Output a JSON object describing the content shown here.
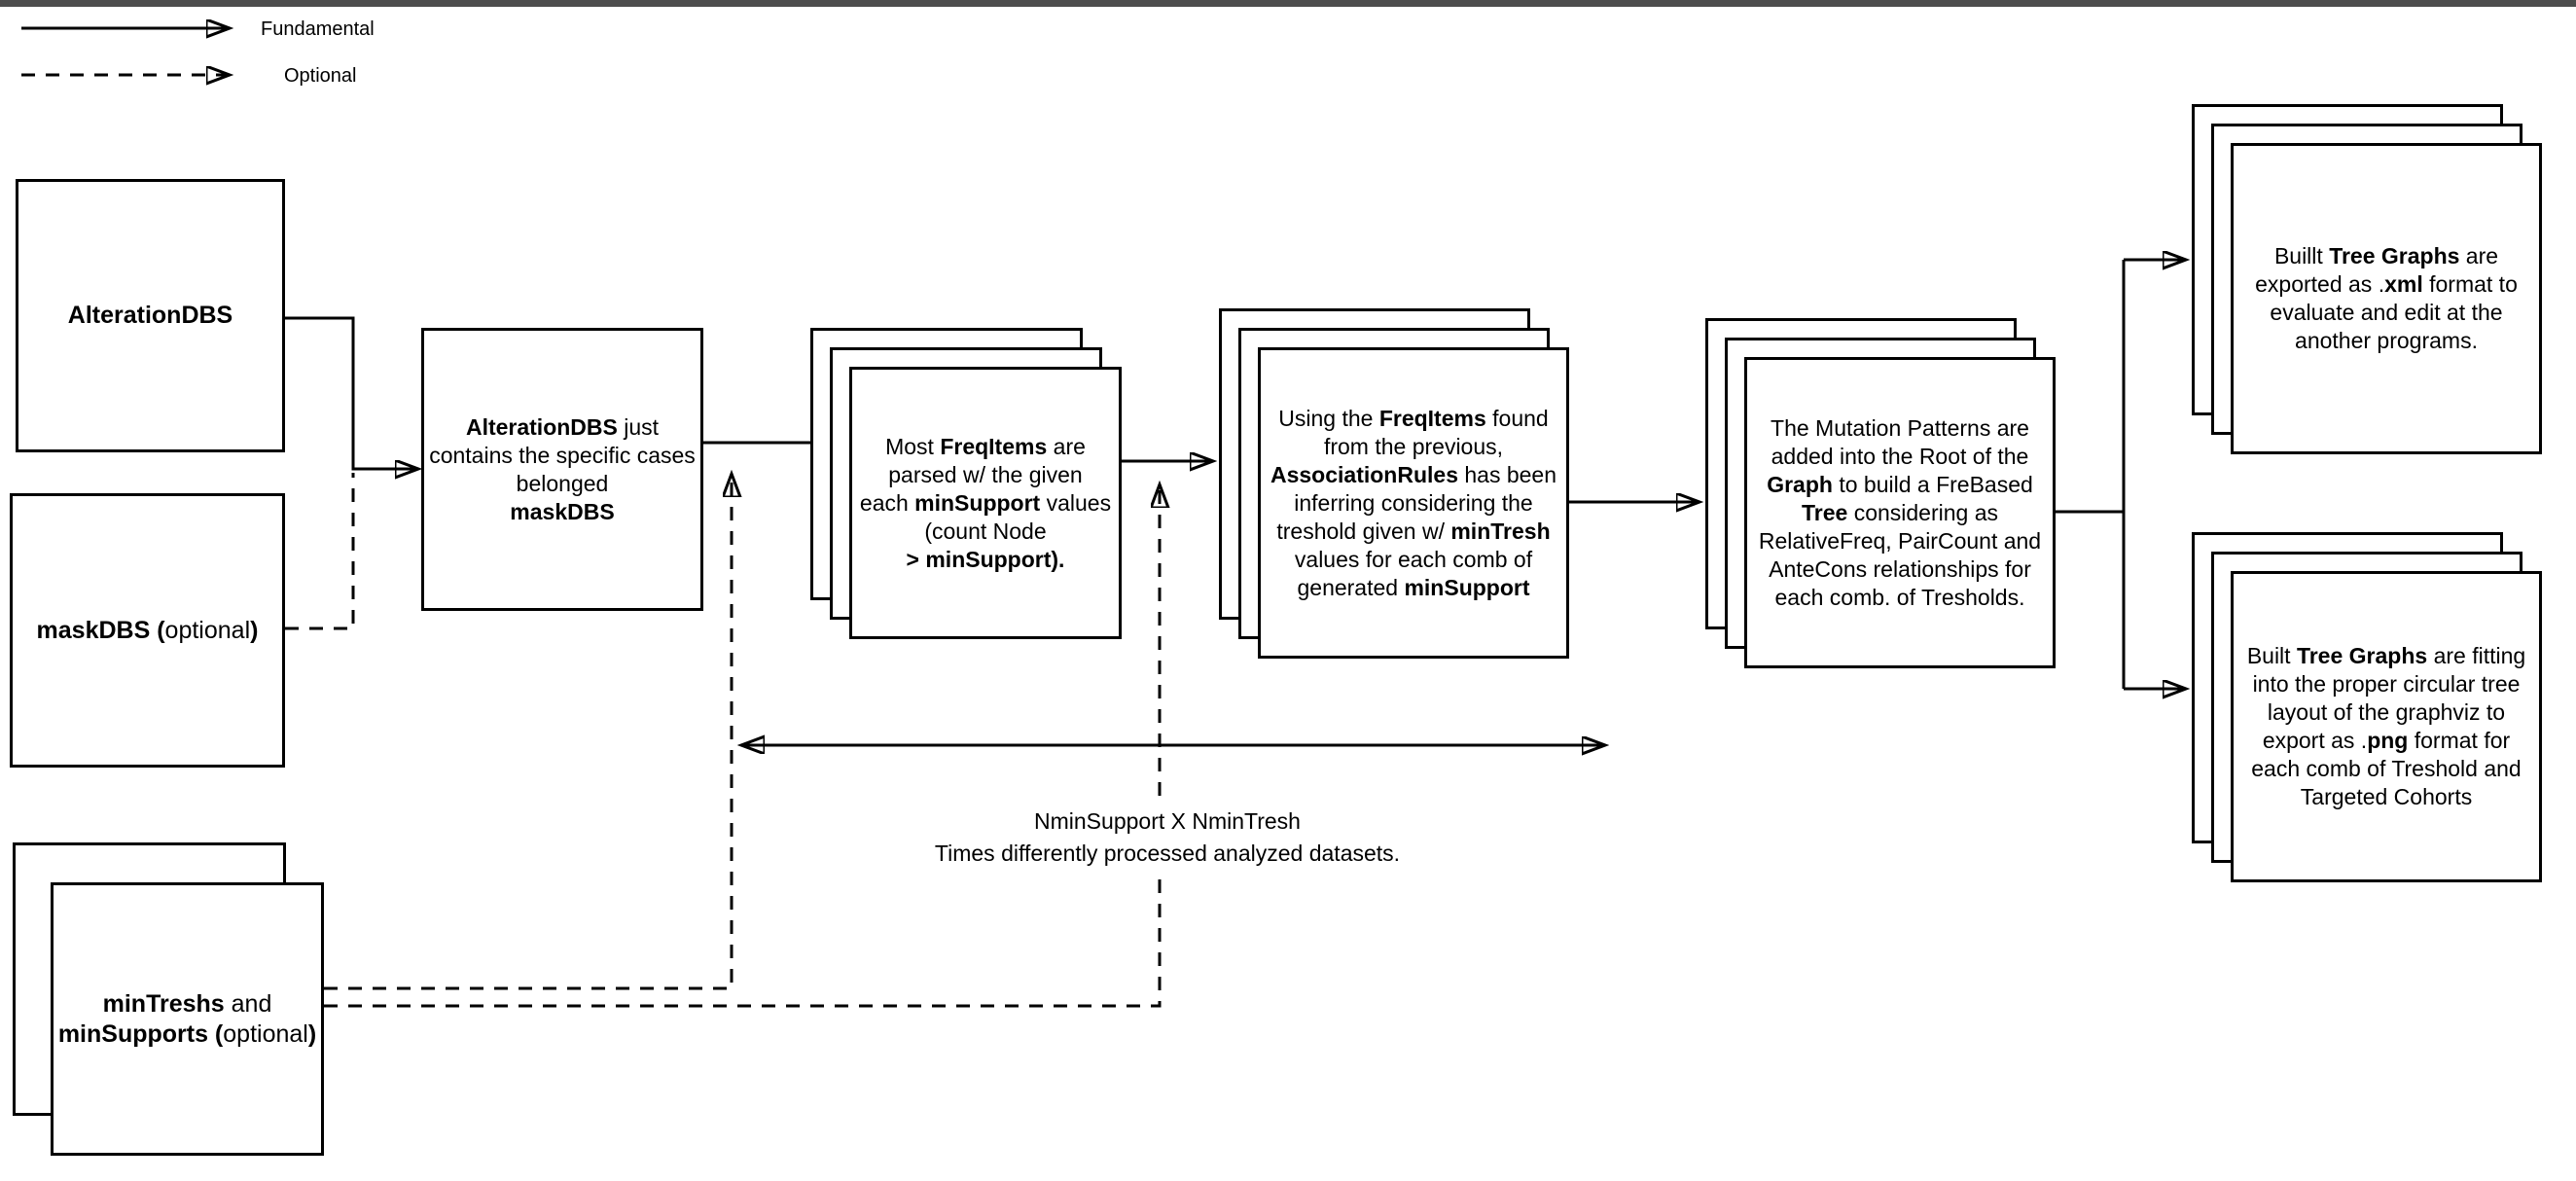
{
  "page": {
    "background_color": "#ffffff",
    "top_bar_color": "#4d4d4d",
    "line_color": "#000000"
  },
  "legend": {
    "fundamental_label": "Fundamental",
    "optional_label": "Optional"
  },
  "nodes": {
    "alteration_dbs": {
      "lines": [
        [
          [
            "AlterationDBS",
            1
          ]
        ]
      ]
    },
    "mask_dbs": {
      "lines": [
        [
          [
            "maskDBS (",
            1
          ],
          [
            "optional",
            0
          ],
          [
            ")",
            1
          ]
        ]
      ]
    },
    "min_treshs": {
      "lines": [
        [
          [
            "minTreshs",
            1
          ],
          [
            " and",
            0
          ]
        ],
        [
          [
            "minSupports (",
            1
          ],
          [
            "optional",
            0
          ],
          [
            ")",
            1
          ]
        ]
      ]
    },
    "filter_description": {
      "lines": [
        [
          [
            "AlterationDBS",
            1
          ],
          [
            " just",
            0
          ]
        ],
        [
          [
            "contains the specific cases",
            0
          ]
        ],
        [
          [
            "belonged",
            0
          ]
        ],
        [
          [
            "maskDBS",
            1
          ]
        ]
      ]
    },
    "freq_items": {
      "lines": [
        [
          [
            "Most ",
            0
          ],
          [
            "FreqItems",
            1
          ],
          [
            " are",
            0
          ]
        ],
        [
          [
            "parsed w/ the given",
            0
          ]
        ],
        [
          [
            "each ",
            0
          ],
          [
            "minSupport",
            1
          ],
          [
            " values",
            0
          ]
        ],
        [
          [
            "(count Node",
            0
          ]
        ],
        [
          [
            "> minSupport).",
            1
          ]
        ]
      ]
    },
    "association_rules": {
      "lines": [
        [
          [
            "Using the ",
            0
          ],
          [
            "FreqItems",
            1
          ],
          [
            " found",
            0
          ]
        ],
        [
          [
            "from the previous,",
            0
          ]
        ],
        [
          [
            "AssociationRules",
            1
          ],
          [
            " has been",
            0
          ]
        ],
        [
          [
            "inferring considering the",
            0
          ]
        ],
        [
          [
            "treshold given w/ ",
            0
          ],
          [
            "minTresh",
            1
          ]
        ],
        [
          [
            "values for each comb of",
            0
          ]
        ],
        [
          [
            "generated ",
            0
          ],
          [
            "minSupport",
            1
          ]
        ]
      ]
    },
    "mutation_tree": {
      "lines": [
        [
          [
            "The Mutation Patterns are",
            0
          ]
        ],
        [
          [
            "added into the Root of the",
            0
          ]
        ],
        [
          [
            "Graph",
            1
          ],
          [
            " to build a FreBased",
            0
          ]
        ],
        [
          [
            "Tree",
            1
          ],
          [
            " considering as",
            0
          ]
        ],
        [
          [
            "RelativeFreq, PairCount and",
            0
          ]
        ],
        [
          [
            "AnteCons relationships for",
            0
          ]
        ],
        [
          [
            "each comb. of Tresholds.",
            0
          ]
        ]
      ]
    },
    "xml_export": {
      "lines": [
        [
          [
            "Buillt ",
            0
          ],
          [
            "Tree Graphs",
            1
          ],
          [
            " are",
            0
          ]
        ],
        [
          [
            "exported as .",
            0
          ],
          [
            "xml",
            1
          ],
          [
            " format to",
            0
          ]
        ],
        [
          [
            "evaluate and edit at the",
            0
          ]
        ],
        [
          [
            "another programs.",
            0
          ]
        ]
      ]
    },
    "png_export": {
      "lines": [
        [
          [
            "Built ",
            0
          ],
          [
            "Tree Graphs",
            1
          ],
          [
            " are fitting",
            0
          ]
        ],
        [
          [
            "into the proper circular tree",
            0
          ]
        ],
        [
          [
            "layout of the graphviz to",
            0
          ]
        ],
        [
          [
            "export as .",
            0
          ],
          [
            "png",
            1
          ],
          [
            " format for",
            0
          ]
        ],
        [
          [
            "each comb of Treshold and",
            0
          ]
        ],
        [
          [
            "Targeted Cohorts",
            0
          ]
        ]
      ]
    }
  },
  "annotation": {
    "line1": "NminSupport X NminTresh",
    "line2": "Times differently processed analyzed datasets."
  }
}
